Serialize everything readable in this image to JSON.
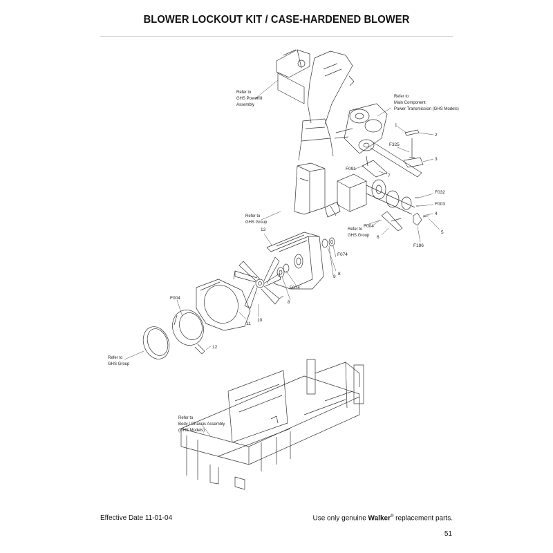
{
  "page": {
    "title": "BLOWER LOCKOUT KIT / CASE-HARDENED BLOWER",
    "effective_date": "Effective Date 11-01-04",
    "footer_prefix": "Use only genuine",
    "footer_brand": "Walker",
    "footer_reg": "®",
    "footer_suffix": "replacement parts.",
    "page_number": "51"
  },
  "refs": {
    "powerfill": [
      "Refer to",
      "GHS Powerfill",
      "Assembly"
    ],
    "powerfill_reg": "®",
    "main_component": [
      "Refer to",
      "Main Component",
      "Power Transmission (GHS Models)"
    ],
    "ghs_group_1": [
      "Refer to",
      "GHS Group"
    ],
    "ghs_group_2": [
      "Refer to",
      "GHS Group"
    ],
    "ghs_group_3": [
      "Refer to",
      "GHS Group"
    ],
    "body_chassis": [
      "Refer to",
      "Body / Chassis Assembly",
      "(GHS Models)"
    ]
  },
  "callouts": {
    "c1": "1",
    "c2": "2",
    "c3": "3",
    "c4": "4",
    "c5": "5",
    "c6": "6",
    "c7": "7",
    "c8a": "8",
    "c8b": "8",
    "c9": "9",
    "c10": "10",
    "c11": "11",
    "c12": "12",
    "c13": "13",
    "f325": "F325",
    "f091": "F091",
    "f032": "F032",
    "f003": "F003",
    "f004a": "F004",
    "f004b": "F004",
    "f186": "F186",
    "f074a": "F074",
    "f074b": "F074"
  }
}
